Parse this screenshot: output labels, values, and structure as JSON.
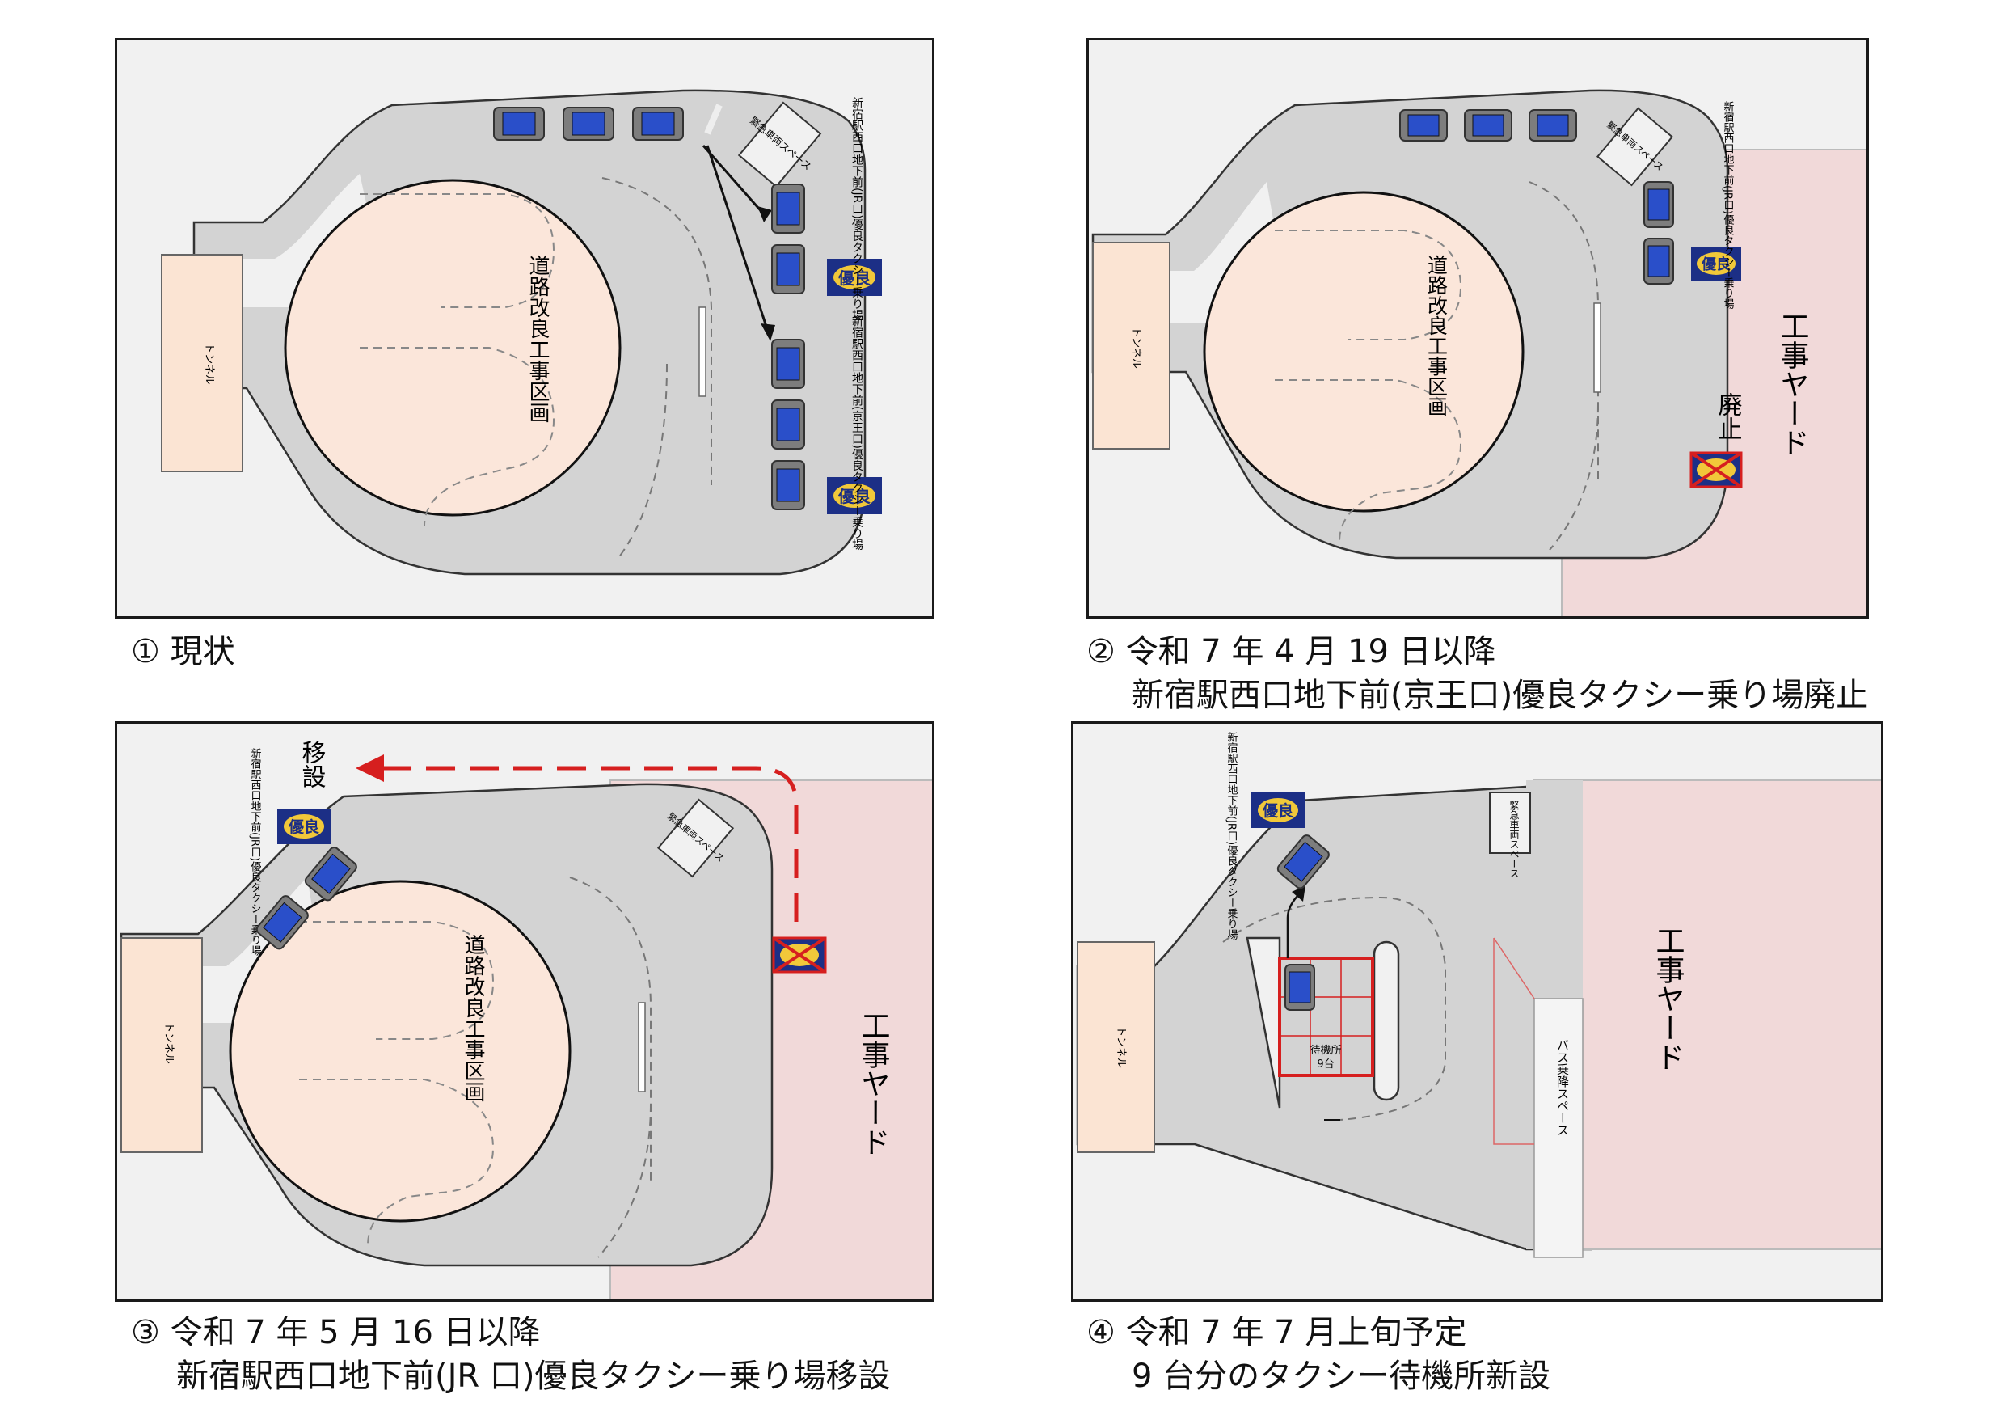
{
  "labels": {
    "tunnel": "トンネル",
    "road_work_area": "道路改良工事区画",
    "construction_yard": "工事ヤード",
    "emergency_space": "緊急車両スペース",
    "bus_space": "バス乗降スペース",
    "jr_stand": "新宿駅西口地下前(JR口)優良タクシー乗り場",
    "keio_stand": "新宿駅西口地下前(京王口)優良タクシー乗り場",
    "yuryo_badge": "優良",
    "abolished": "廃止",
    "relocated": "移設",
    "waiting_area_line1": "待機所",
    "waiting_area_line2": "9台"
  },
  "captions": {
    "p1_line1": "① 現状",
    "p2_line1": "② 令和 7 年 4 月 19 日以降",
    "p2_line2": "新宿駅西口地下前(京王口)優良タクシー乗り場廃止",
    "p3_line1": "③ 令和 7 年 5 月 16 日以降",
    "p3_line2": "新宿駅西口地下前(JR 口)優良タクシー乗り場移設",
    "p4_line1": "④ 令和 7 年 7 月上旬予定",
    "p4_line2": "9 台分のタクシー待機所新設"
  },
  "colors": {
    "road": "#d3d3d3",
    "background": "#f1f1f1",
    "work_area": "#fbe6da",
    "yard": "#f1d9d9",
    "tunnel": "#fbe4d3",
    "taxi_body": "#7d7d7d",
    "taxi_window": "#2a4fc9",
    "badge_bg": "#1c2f86",
    "badge_gold": "#f1c83a",
    "red": "#d61f1f"
  }
}
